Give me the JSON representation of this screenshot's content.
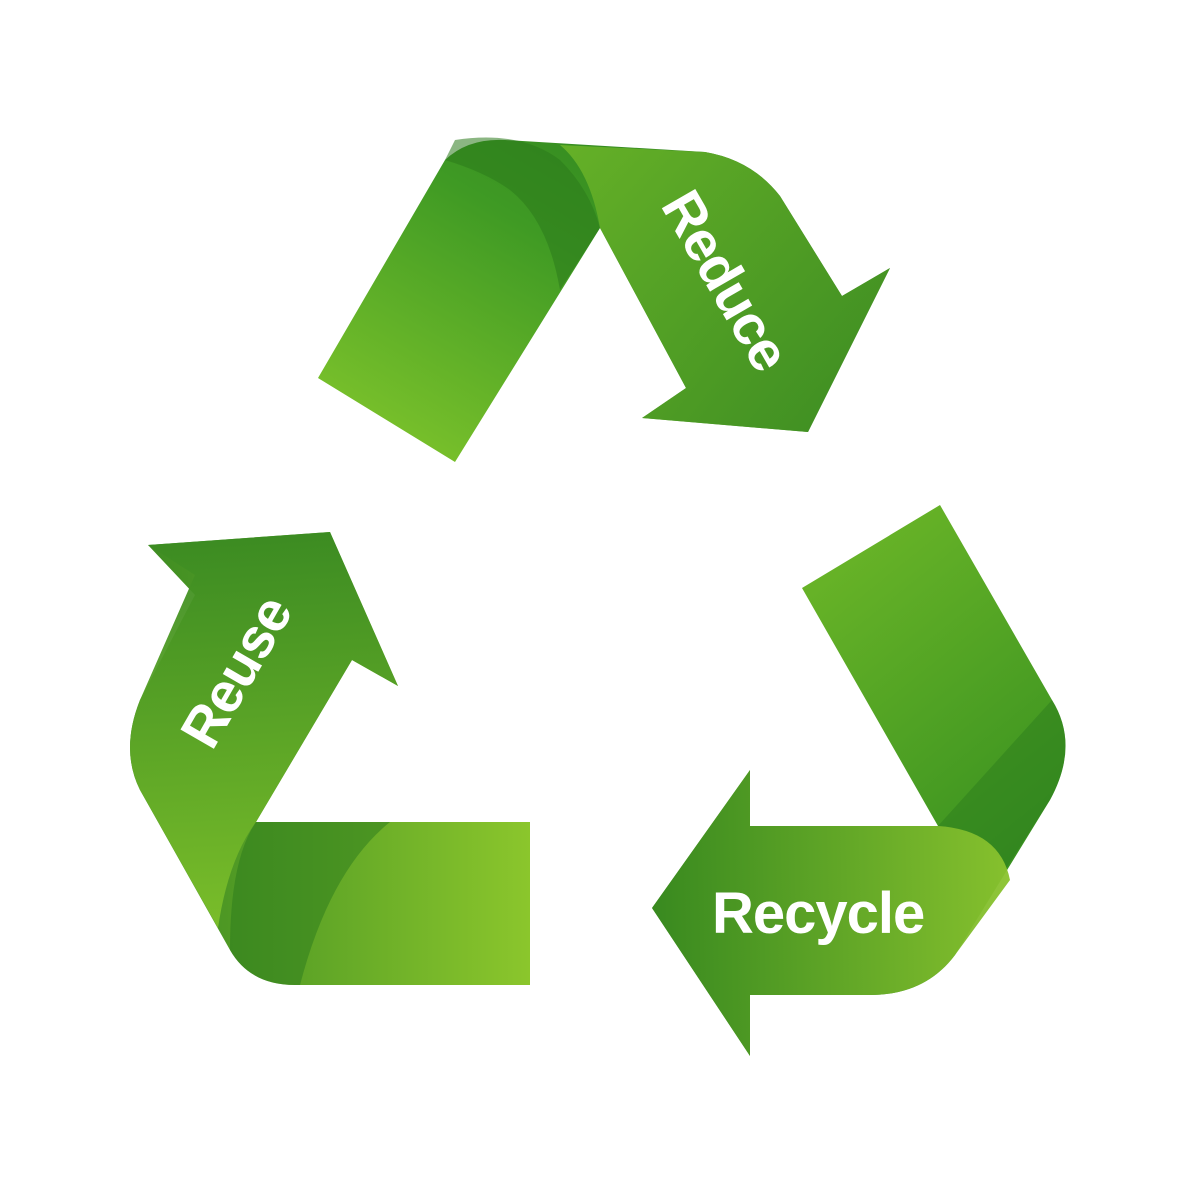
{
  "diagram": {
    "arrows": [
      {
        "id": "reduce",
        "label": "Reduce"
      },
      {
        "id": "recycle",
        "label": "Recycle"
      },
      {
        "id": "reuse",
        "label": "Reuse"
      }
    ]
  },
  "colors": {
    "dark_green": "#2f7d1f",
    "mid_green": "#3f9a24",
    "light_green": "#7cc22a",
    "fold_green": "#1f6a17",
    "text": "#ffffff",
    "background": "#ffffff"
  }
}
